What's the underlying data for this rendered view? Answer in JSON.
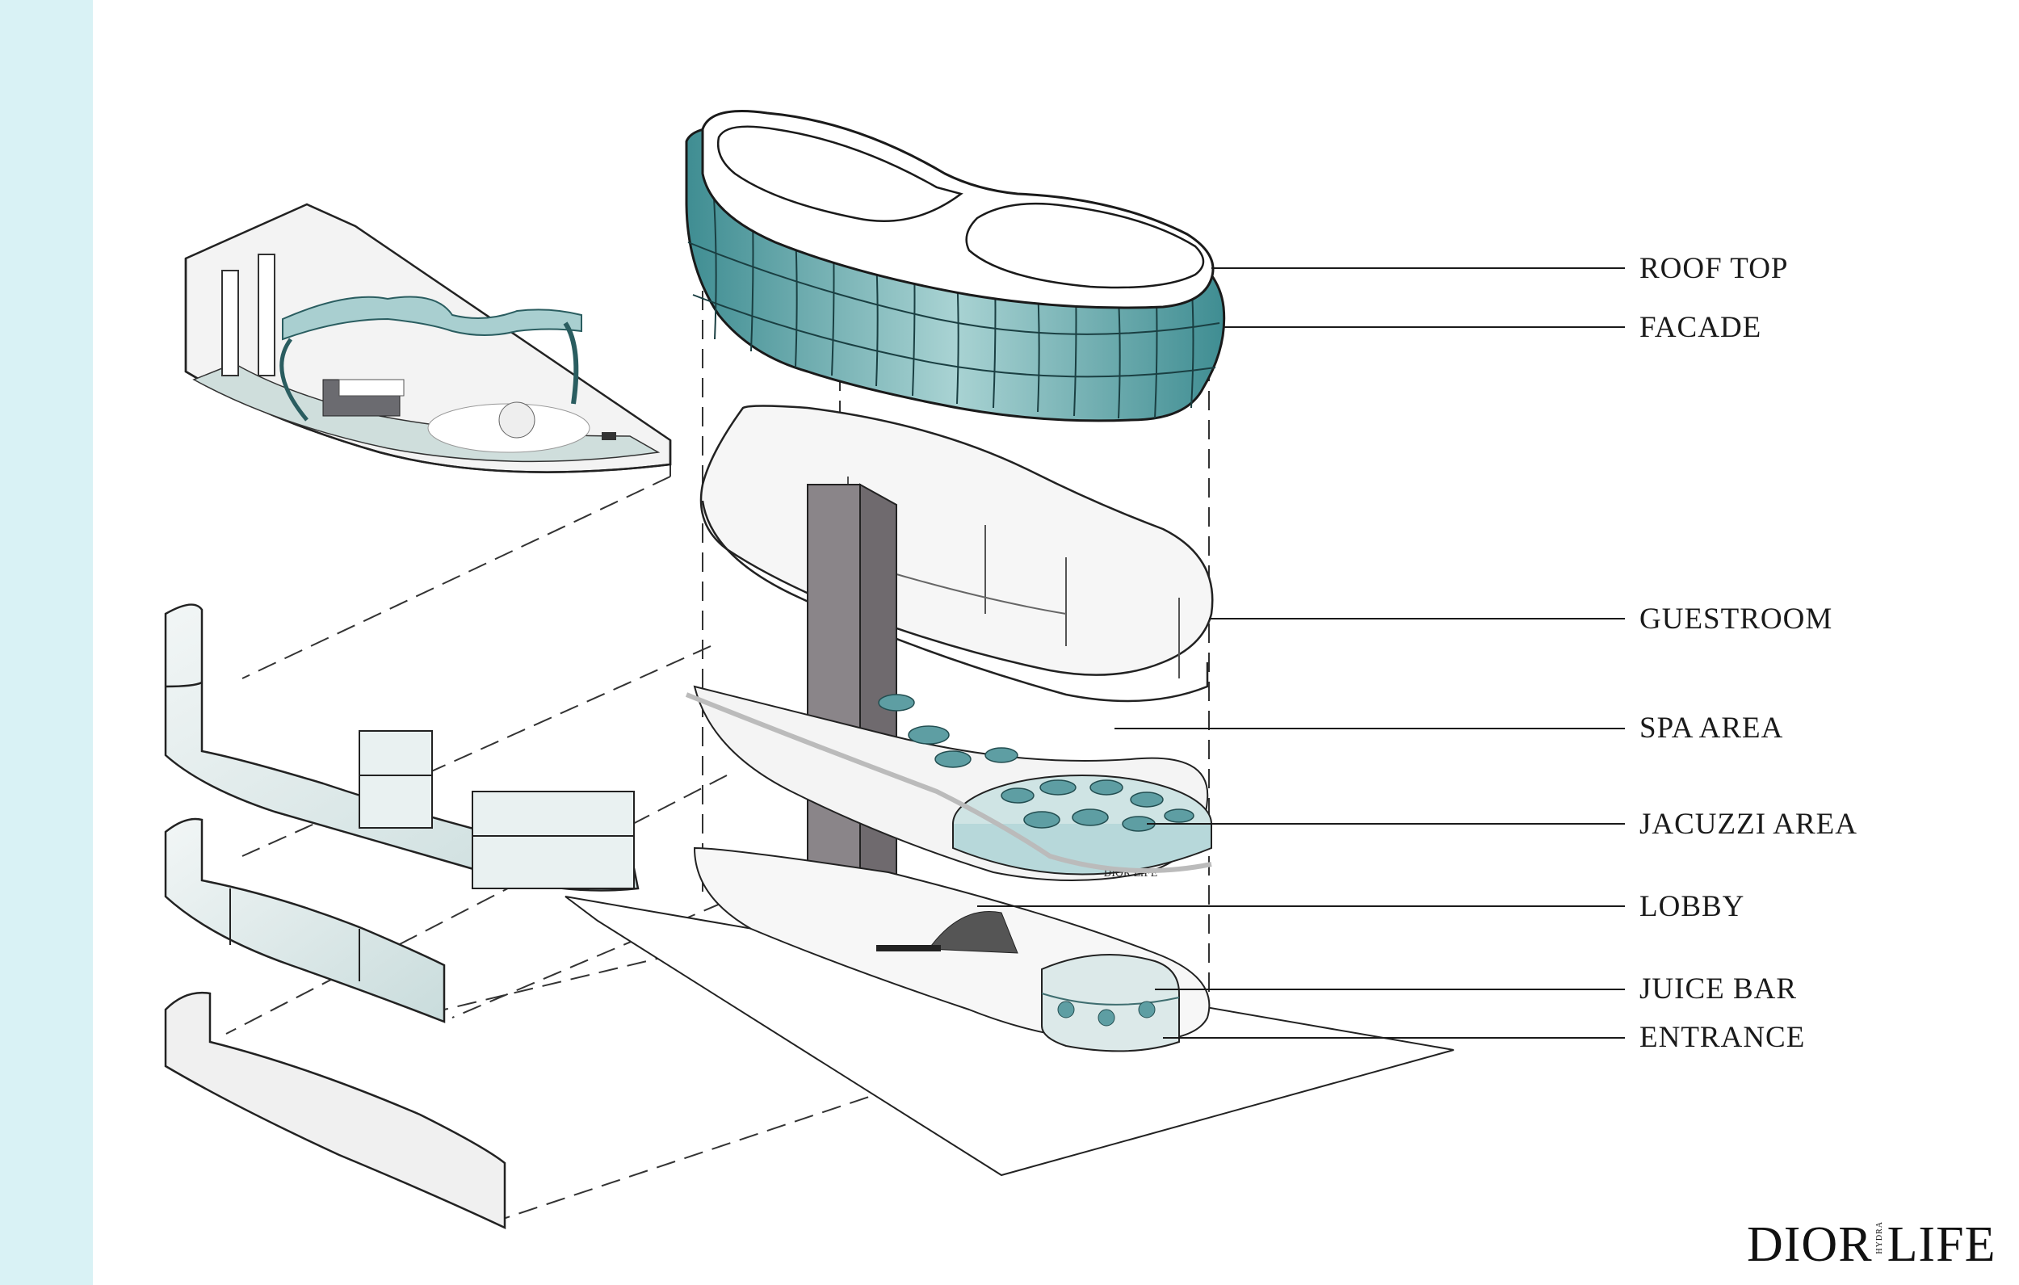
{
  "labels": [
    {
      "text": "ROOF TOP"
    },
    {
      "text": "FACADE"
    },
    {
      "text": "GUESTROOM"
    },
    {
      "text": "SPA AREA"
    },
    {
      "text": "JACUZZI AREA"
    },
    {
      "text": "LOBBY"
    },
    {
      "text": "JUICE BAR"
    },
    {
      "text": "ENTRANCE"
    }
  ],
  "brand": {
    "left": "DIOR",
    "middle": "HYDRA",
    "right": "LIFE"
  },
  "signage": "DIOR LIFE",
  "colors": {
    "sidebar": "#d9f2f5",
    "glass": "#7fb6b8",
    "teal": "#5e9ea3",
    "core": "#8a8589",
    "line": "#1a1a1a"
  }
}
